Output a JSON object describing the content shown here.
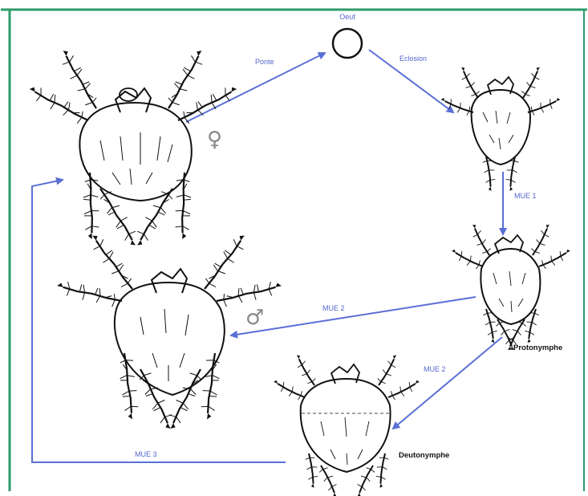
{
  "diagram": {
    "stages": {
      "egg": "Oeuf",
      "protonymph": "Protonymphe",
      "deutonymph": "Deutonymphe"
    },
    "transitions": {
      "laying": "Ponte",
      "hatching": "Eclosion",
      "molt_1": "MUE 1",
      "molt_2_male": "MUE 2",
      "molt_2": "MUE 2",
      "molt_3": "MUE 3"
    },
    "sex_symbols": {
      "female": "♀",
      "male": "♂"
    },
    "colors": {
      "arrow": "#5a6fd6",
      "border": "#2e9a6a",
      "ink": "#111111"
    }
  }
}
